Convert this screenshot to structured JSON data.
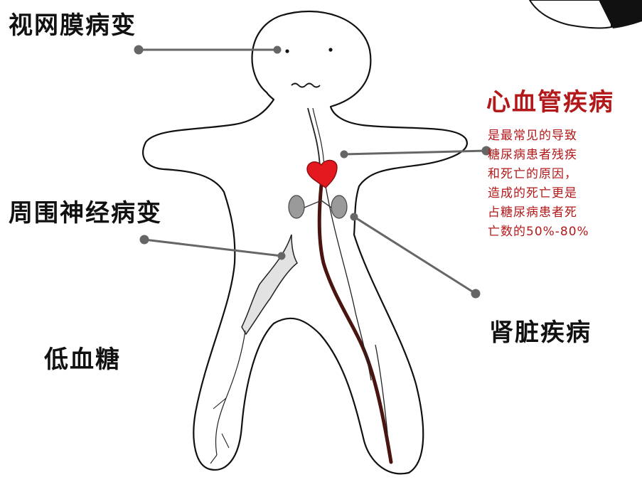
{
  "labels": {
    "retinopathy": "视网膜病变",
    "neuropathy": "周围神经病变",
    "hypoglycemia": "低血糖",
    "kidney_disease": "肾脏疾病",
    "cardiovascular_title": "心血管疾病"
  },
  "cardiovascular_note_lines": [
    "是最常见的导致",
    "糖尿病患者残疾",
    "和死亡的原因，",
    "造成的死亡更是",
    "占糖尿病患者死",
    "亡数的50%-80%"
  ],
  "colors": {
    "accent_red": "#b3181a",
    "heart": "#e3191f",
    "kidney": "#9a9a9a",
    "vessel": "#4a1510",
    "pointer": "#666666"
  }
}
